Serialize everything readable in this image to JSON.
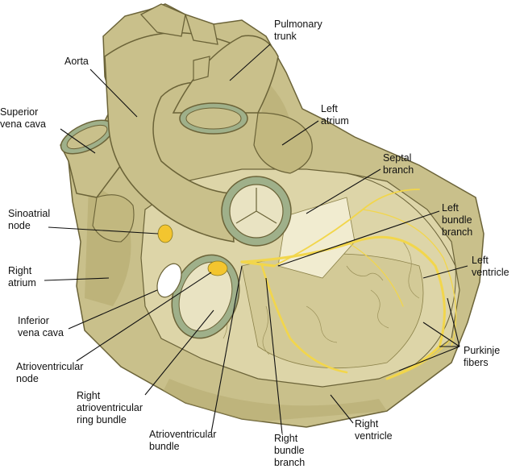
{
  "labels": {
    "aorta": [
      "Aorta"
    ],
    "pulmonary_trunk": [
      "Pulmonary",
      "trunk"
    ],
    "superior_vena_cava": [
      "Superior",
      "vena cava"
    ],
    "left_atrium": [
      "Left",
      "atrium"
    ],
    "septal_branch": [
      "Septal",
      "branch"
    ],
    "left_bundle_branch": [
      "Left",
      "bundle",
      "branch"
    ],
    "sinoatrial_node": [
      "Sinoatrial",
      "node"
    ],
    "right_atrium": [
      "Right",
      "atrium"
    ],
    "left_ventricle": [
      "Left",
      "ventricle"
    ],
    "inferior_vena_cava": [
      "Inferior",
      "vena cava"
    ],
    "purkinje_fibers": [
      "Purkinje",
      "fibers"
    ],
    "atrioventricular_node": [
      "Atrioventricular",
      "node"
    ],
    "right_av_ring_bundle": [
      "Right",
      "atrioventricular",
      "ring bundle"
    ],
    "atrioventricular_bundle": [
      "Atrioventricular",
      "bundle"
    ],
    "right_bundle_branch": [
      "Right",
      "bundle",
      "branch"
    ],
    "right_ventricle": [
      "Right",
      "ventricle"
    ]
  },
  "colors": {
    "heart_fill": "#c9c08b",
    "heart_shadow": "#b3a86d",
    "outline": "#6b6338",
    "interior": "#ddd5a8",
    "valve_ring": "#9fb08a",
    "conduction": "#f2d64b",
    "node": "#f3c52f"
  }
}
